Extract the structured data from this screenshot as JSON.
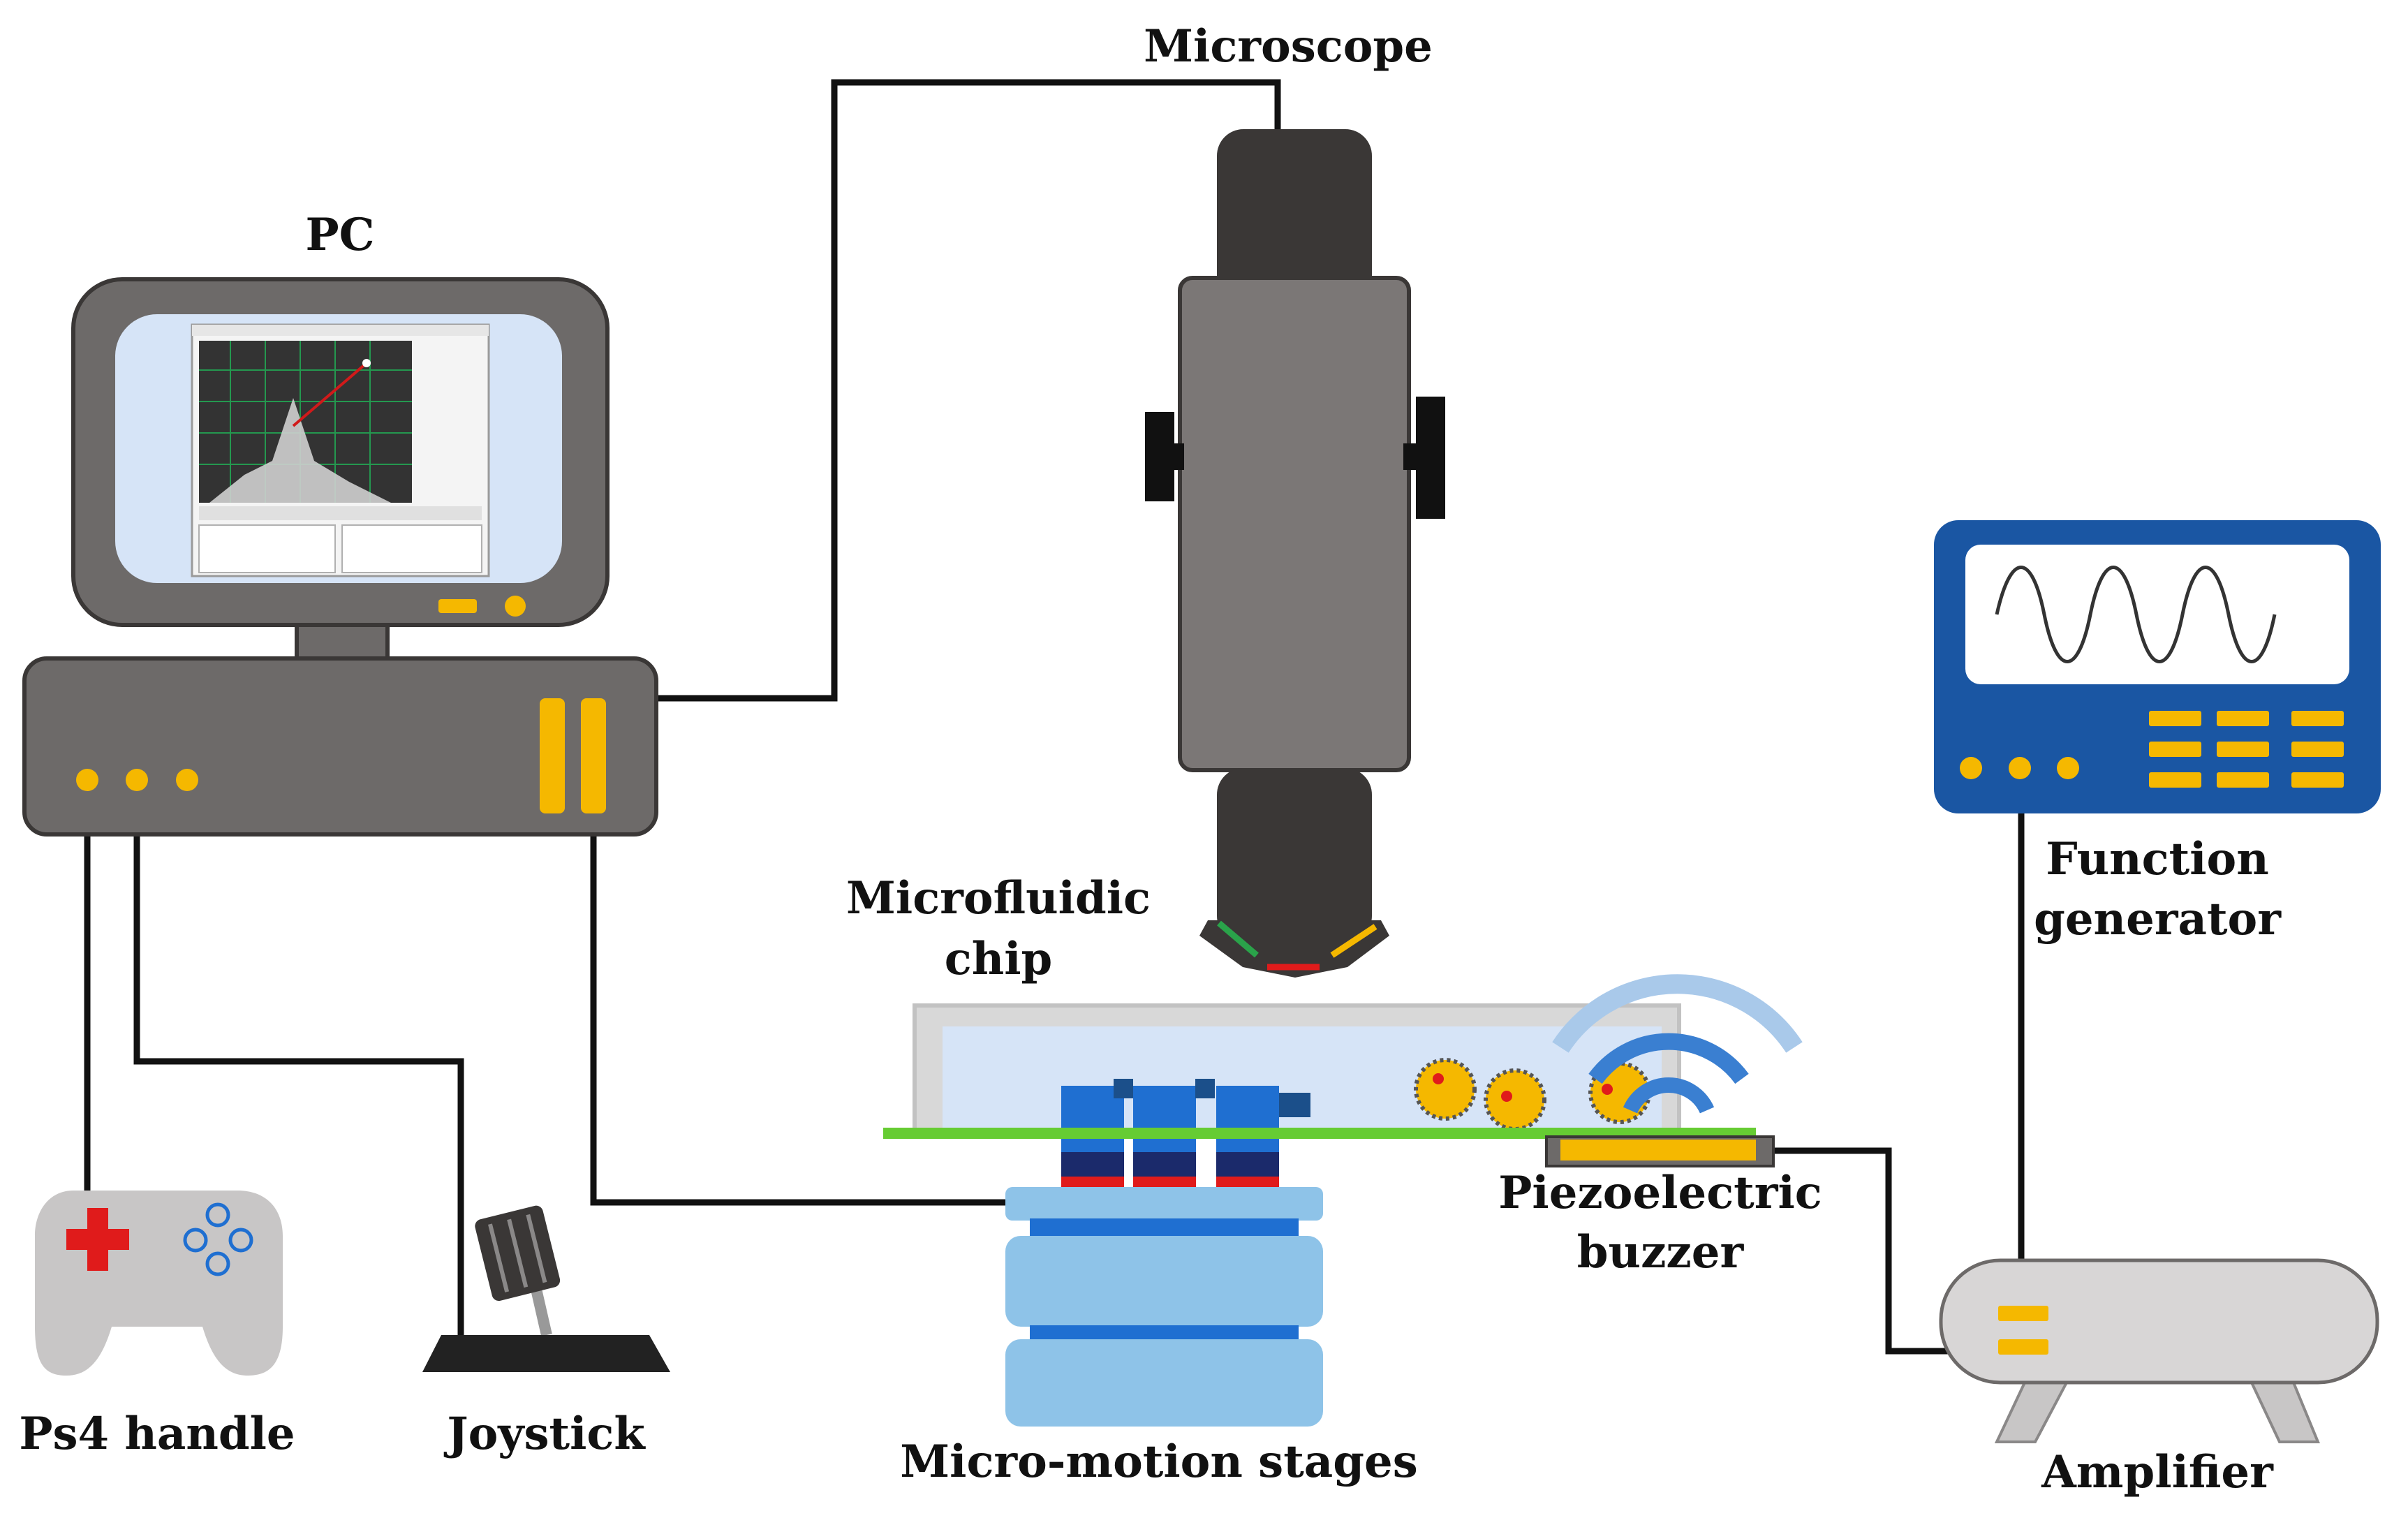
{
  "labels": {
    "microscope": "Microscope",
    "pc": "PC",
    "microfluidic_line1": "Microfluidic",
    "microfluidic_line2": "chip",
    "function_line1": "Function",
    "function_line2": "generator",
    "piezo_line1": "Piezoelectric",
    "piezo_line2": "buzzer",
    "ps4": "Ps4 handle",
    "joystick": "Joystick",
    "stages": "Micro-motion  stages",
    "amplifier": "Amplifier"
  },
  "colors": {
    "cable": "#111111",
    "device_gray": "#6d6a69",
    "device_dark": "#3a3736",
    "port_yellow": "#f5b800",
    "screen_blue": "#d6e4f7",
    "fg_blue": "#1a56a3",
    "stage_blue": "#8ec3e8",
    "chip_green": "#66cc33",
    "cell_yellow": "#f5b800",
    "signal_red": "#e01b1b",
    "signal_green": "#2aa34a",
    "wifi_dark": "#3a7fd1",
    "wifi_light": "#a9c9ea"
  },
  "icons": {
    "pc": "desktop-computer-icon",
    "microscope": "microscope-icon",
    "function_generator": "function-generator-icon",
    "amplifier": "amplifier-icon",
    "ps4": "gamepad-icon",
    "joystick": "joystick-icon",
    "stages": "stage-stack-icon",
    "chip": "microfluidic-chip-icon",
    "buzzer": "piezo-buzzer-icon",
    "signal": "wireless-signal-icon",
    "sine": "sine-wave-icon"
  }
}
